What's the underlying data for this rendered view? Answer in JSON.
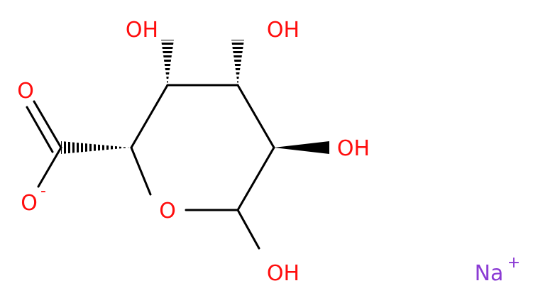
{
  "colors": {
    "bond": "#000000",
    "oxygen": "#ff0d0d",
    "sodium": "#8b3bd4"
  },
  "labels": {
    "o_carbonyl": "O",
    "o_carboxylate": "O",
    "o_carboxylate_charge": "-",
    "o_ring": "O",
    "oh_c3": "OH",
    "oh_c4": "OH",
    "oh_c5": "OH",
    "oh_c6": "OH",
    "sodium": "Na",
    "sodium_charge": "+"
  }
}
